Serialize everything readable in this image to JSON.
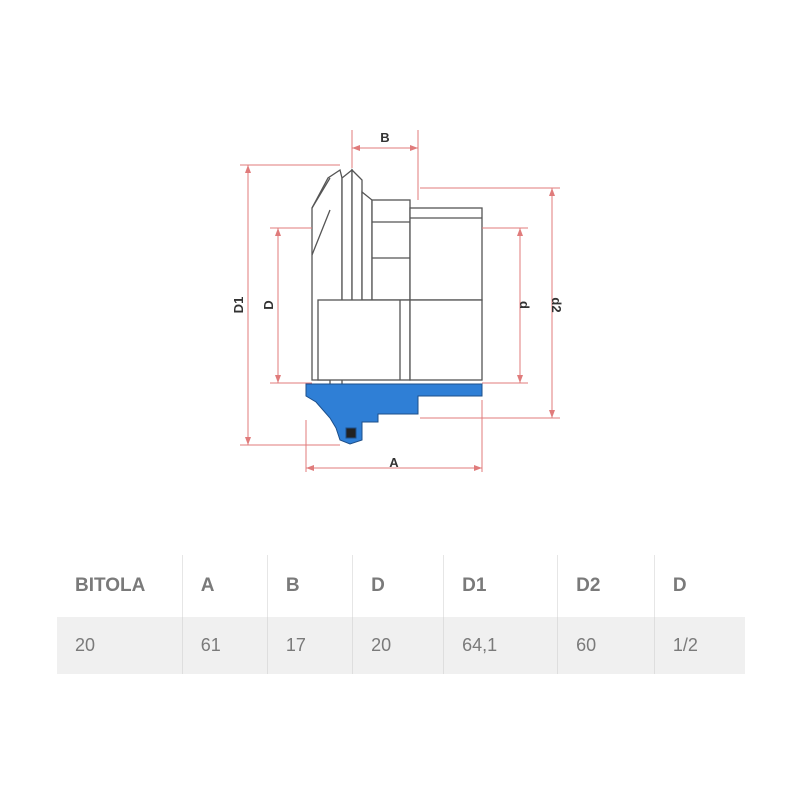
{
  "diagram": {
    "dimension_labels": {
      "a": "A",
      "b": "B",
      "d_inner": "D",
      "d1": "D1",
      "d_small": "d",
      "d2": "d2"
    },
    "colors": {
      "dimension_line": "#e07b7b",
      "outline": "#555555",
      "body_fill": "#ffffff",
      "seal_fill": "#2f7fd6"
    }
  },
  "table": {
    "headers": [
      "BITOLA",
      "A",
      "B",
      "D",
      "D1",
      "D2",
      "D"
    ],
    "rows": [
      [
        "20",
        "61",
        "17",
        "20",
        "64,1",
        "60",
        "1/2"
      ]
    ]
  }
}
